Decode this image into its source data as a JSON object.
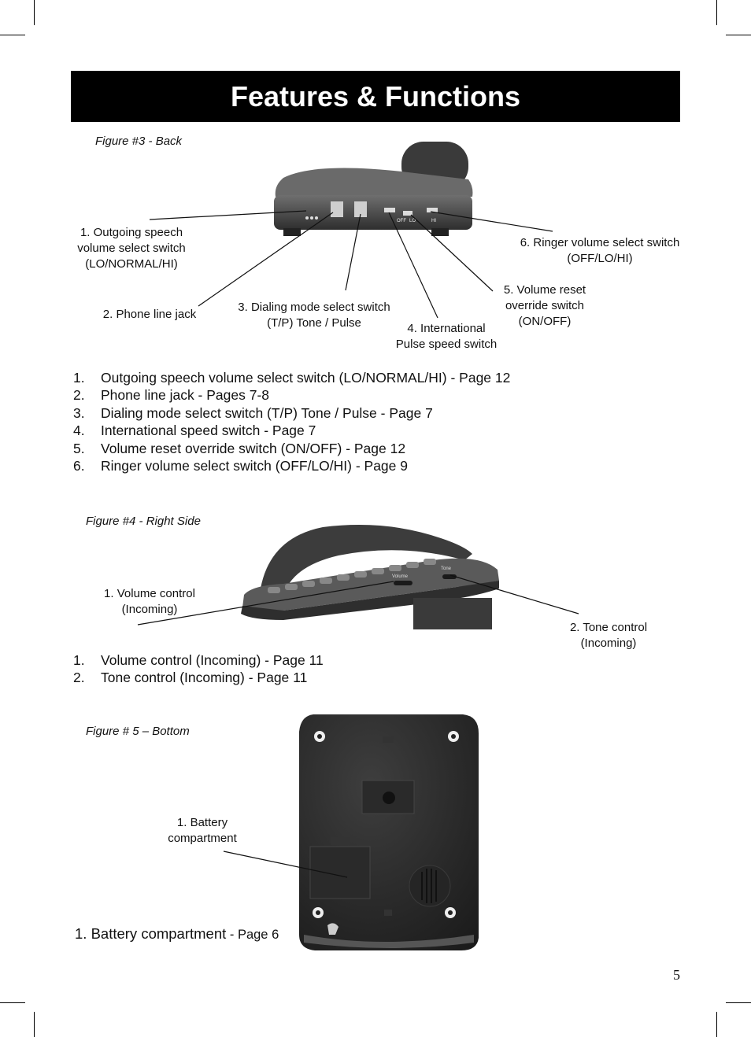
{
  "header": {
    "title": "Features & Functions"
  },
  "figure3": {
    "caption": "Figure #3 - Back",
    "callouts": {
      "c1": [
        "1. Outgoing speech",
        "volume select switch",
        "(LO/NORMAL/HI)"
      ],
      "c2": [
        "2. Phone line jack"
      ],
      "c3": [
        "3. Dialing mode select switch",
        "(T/P) Tone / Pulse"
      ],
      "c4": [
        "4. International",
        "Pulse speed switch"
      ],
      "c5": [
        "5. Volume reset",
        "override switch",
        "(ON/OFF)"
      ],
      "c6": [
        "6. Ringer volume select switch",
        "(OFF/LO/HI)"
      ]
    },
    "device_labels": [
      "OFF",
      "LO",
      "HI"
    ],
    "list": [
      {
        "num": "1.",
        "text": "Outgoing speech volume select switch (LO/NORMAL/HI)  - Page 12"
      },
      {
        "num": "2.",
        "text": "Phone line jack - Pages 7-8"
      },
      {
        "num": "3.",
        "text": "Dialing mode select switch (T/P) Tone / Pulse - Page 7"
      },
      {
        "num": "4.",
        "text": "International speed switch - Page 7"
      },
      {
        "num": "5.",
        "text": "Volume reset override switch (ON/OFF) - Page 12"
      },
      {
        "num": "6.",
        "text": "Ringer volume select switch (OFF/LO/HI) - Page 9"
      }
    ]
  },
  "figure4": {
    "caption": "Figure #4 - Right Side",
    "callouts": {
      "c1": [
        "1. Volume control",
        "(Incoming)"
      ],
      "c2": [
        "2. Tone control",
        "(Incoming)"
      ]
    },
    "device_labels": [
      "Volume",
      "Tone"
    ],
    "list": [
      {
        "num": "1.",
        "text": "Volume control (Incoming) - Page 11"
      },
      {
        "num": "2.",
        "text": "Tone control (Incoming) - Page 11"
      }
    ]
  },
  "figure5": {
    "caption": "Figure # 5 – Bottom",
    "callouts": {
      "c1": [
        "1. Battery",
        "compartment"
      ]
    },
    "list_main": "1. Battery compartment",
    "list_page": " - Page 6"
  },
  "page_number": "5"
}
